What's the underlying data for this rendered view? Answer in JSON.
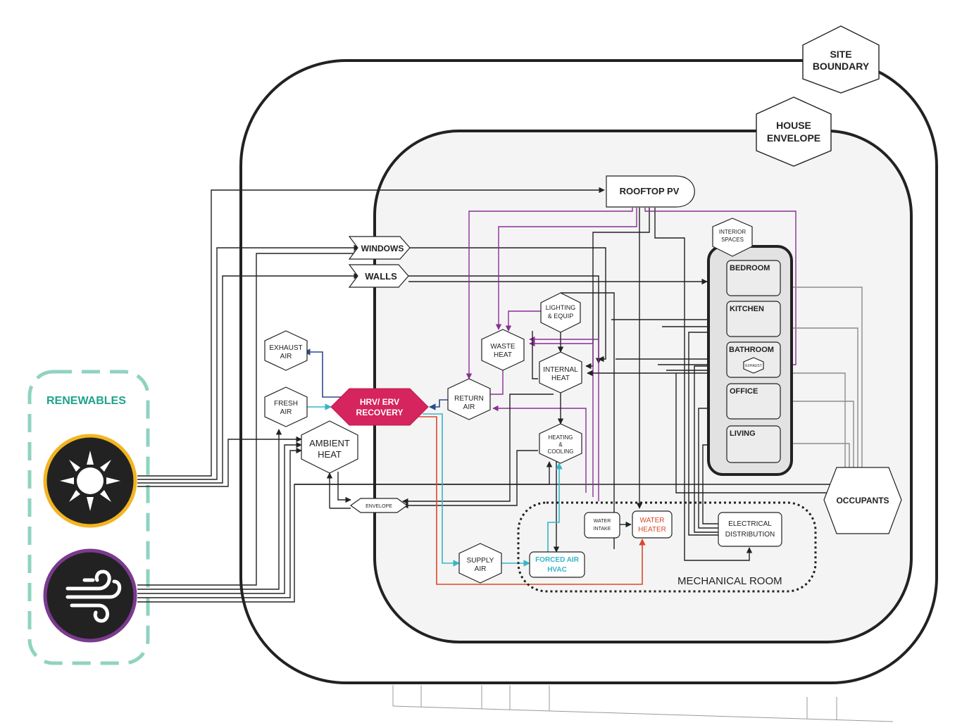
{
  "diagram": {
    "site_boundary": "SITE\nBOUNDARY",
    "house_envelope": "HOUSE\nENVELOPE",
    "renewables": "RENEWABLES",
    "rooftop_pv": "ROOFTOP PV",
    "windows": "WINDOWS",
    "walls": "WALLS",
    "interior_spaces": "INTERIOR\nSPACES",
    "rooms": [
      "BEDROOM",
      "KITCHEN",
      "BATHROOM",
      "OFFICE",
      "LIVING"
    ],
    "bathroom_exhaust": "EXHAUST",
    "lighting_equip": "LIGHTING\n& EQUIP",
    "waste_heat": "WASTE\nHEAT",
    "internal_heat": "INTERNAL\nHEAT",
    "return_air": "RETURN\nAIR",
    "heating_cooling": "HEATING\n&\nCOOLING",
    "exhaust_air": "EXHAUST\nAIR",
    "fresh_air": "FRESH\nAIR",
    "hrv_erv": "HRV/ ERV\nRECOVERY",
    "ambient_heat": "AMBIENT\nHEAT",
    "envelope": "ENVELOPE",
    "supply_air": "SUPPLY\nAIR",
    "forced_air_hvac": "FORCED AIR\nHVAC",
    "water_intake": "WATER\nINTAKE",
    "water_heater": "WATER\nHEATER",
    "electrical_distribution": "ELECTRICAL\nDISTRIBUTION",
    "mechanical_room": "MECHANICAL ROOM",
    "occupants": "OCCUPANTS"
  },
  "colors": {
    "renewables_dash": "#8fd3c0",
    "renewables_text": "#1fa38a",
    "sun_ring": "#f2b520",
    "wind_ring": "#7b3a8f",
    "hrv_fill": "#d6245e",
    "hvac_text": "#35b6c8",
    "water_heater_text": "#d9482b",
    "purple_flow": "#8a2f96",
    "grey_flow": "#8c8c8c"
  },
  "icons": [
    "sun-icon",
    "wind-icon"
  ]
}
